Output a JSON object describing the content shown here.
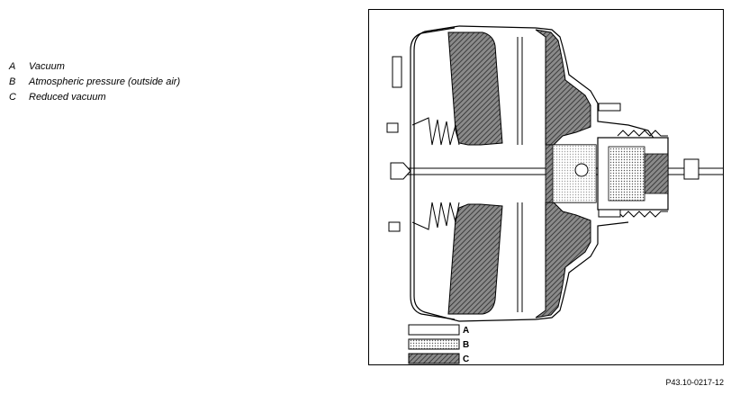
{
  "legend": {
    "items": [
      {
        "key": "A",
        "label": "Vacuum"
      },
      {
        "key": "B",
        "label": "Atmospheric pressure (outside air)"
      },
      {
        "key": "C",
        "label": "Reduced vacuum"
      }
    ]
  },
  "diagram": {
    "swatches": [
      {
        "key": "A",
        "fill": "vacuum-white"
      },
      {
        "key": "B",
        "fill": "atmospheric-dots"
      },
      {
        "key": "C",
        "fill": "reduced-vacuum-hatch"
      }
    ]
  },
  "reference_code": "P43.10-0217-12"
}
